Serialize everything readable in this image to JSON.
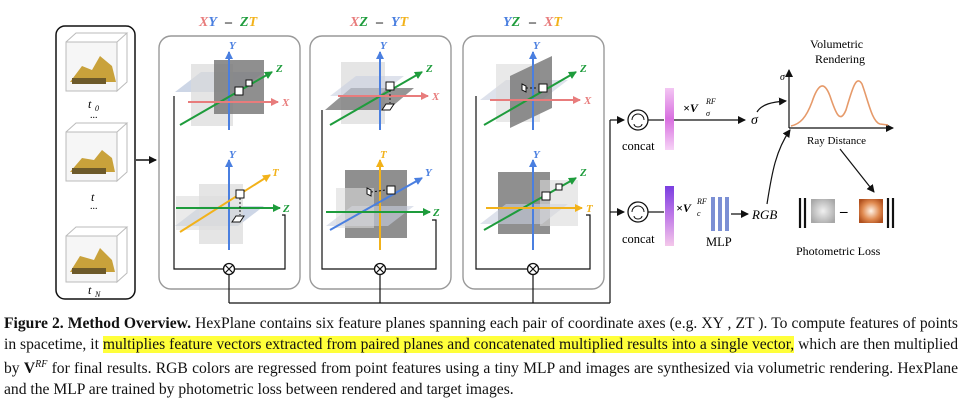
{
  "figure": {
    "frames": {
      "t0": "t",
      "t0_sub": "0",
      "t_mid": "t",
      "tN": "t",
      "tN_sub": "N",
      "dots": "..."
    },
    "panels": [
      {
        "title_a": "XY",
        "title_b": "ZT"
      },
      {
        "title_a": "XZ",
        "title_b": "YT"
      },
      {
        "title_a": "YZ",
        "title_b": "XT"
      }
    ],
    "title_minus": "–",
    "axes": {
      "x": "X",
      "y": "Y",
      "z": "Z",
      "t": "T"
    },
    "concat_label": "concat",
    "mlp_label": "MLP",
    "times_sigma": "×V",
    "times_sigma_sup": "RF",
    "times_sigma_sub": "σ",
    "times_c": "×V",
    "times_c_sup": "RF",
    "times_c_sub": "c",
    "sigma_label": "σ",
    "rgb_label": "RGB",
    "render_title_1": "Volumetric",
    "render_title_2": "Rendering",
    "render_ylabel": "σ",
    "render_xlabel": "Ray Distance",
    "loss_label": "Photometric Loss",
    "loss_minus": "–",
    "colors": {
      "x_axis": "#e87c7c",
      "y_axis": "#4a7fe0",
      "z_axis": "#1e9c3c",
      "t_axis": "#f2b21a",
      "panel_border": "#999999",
      "highlight": "#ffff3a"
    }
  },
  "caption": {
    "label": "Figure 2.",
    "title": "Method Overview.",
    "part1": "HexPlane contains six feature planes spanning each pair of coordinate axes (e.g. XY , ZT ). To compute features of points in spacetime, it ",
    "highlight": "multiplies feature vectors extracted from paired planes and concatenated multiplied results into a single vector,",
    "part2": " which are then multiplied by ",
    "vrf": "V",
    "vrf_sup": "RF",
    "part3": " for final results. RGB colors are regressed from point features using a tiny MLP and images are synthesized via volumetric rendering. HexPlane and the MLP are trained by photometric loss between rendered and target images."
  }
}
